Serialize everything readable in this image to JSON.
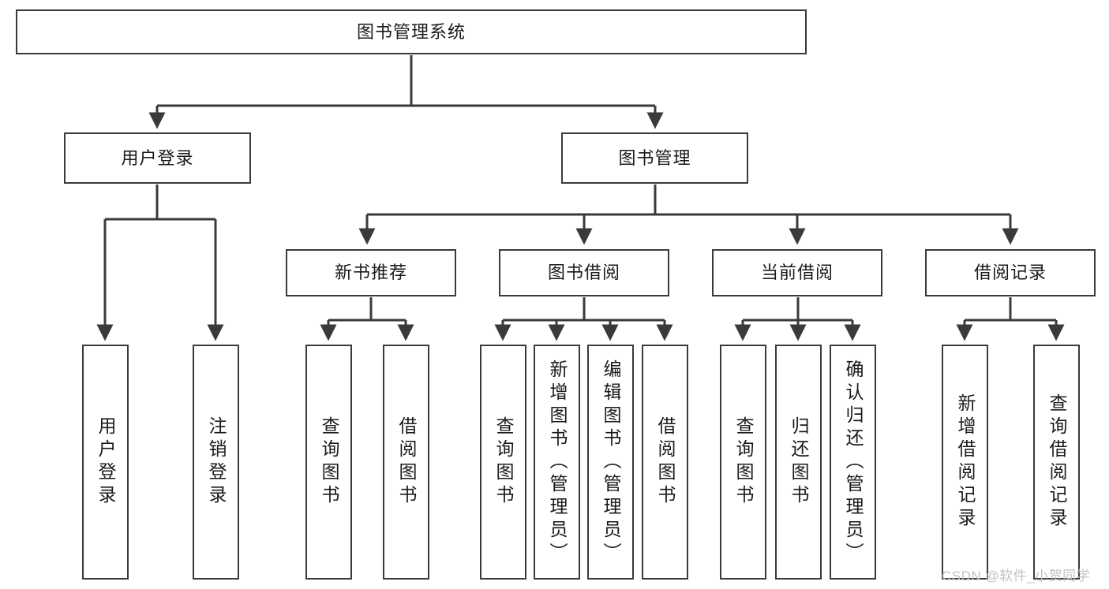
{
  "diagram": {
    "title": "图书管理系统",
    "type": "tree-hierarchy",
    "orientation": "top-down",
    "style": {
      "node_fill": "#ffffff",
      "node_stroke": "#3a3a3a",
      "edge_color": "#3a3a3a",
      "text_color": "#1a1a1a",
      "background": "#ffffff"
    }
  },
  "nodes": {
    "root": {
      "label": "图书管理系统",
      "level": 1
    },
    "user_login": {
      "label": "用户登录",
      "level": 2
    },
    "book_manage": {
      "label": "图书管理",
      "level": 2
    },
    "new_book_rec": {
      "label": "新书推荐",
      "level": 3
    },
    "book_borrow": {
      "label": "图书借阅",
      "level": 3
    },
    "current_borrow": {
      "label": "当前借阅",
      "level": 3
    },
    "borrow_record": {
      "label": "借阅记录",
      "level": 3
    },
    "leaf_user_login": {
      "label": "用户登录",
      "level": 4
    },
    "leaf_user_logout": {
      "label": "注销登录",
      "level": 4
    },
    "leaf_query_book_1": {
      "label": "查询图书",
      "level": 4
    },
    "leaf_borrow_book_1": {
      "label": "借阅图书",
      "level": 4
    },
    "leaf_query_book_2": {
      "label": "查询图书",
      "level": 4
    },
    "leaf_add_book": {
      "label": "新增图书（管理员）",
      "level": 4
    },
    "leaf_edit_book": {
      "label": "编辑图书（管理员）",
      "level": 4
    },
    "leaf_borrow_book_2": {
      "label": "借阅图书",
      "level": 4
    },
    "leaf_query_book_3": {
      "label": "查询图书",
      "level": 4
    },
    "leaf_return_book": {
      "label": "归还图书",
      "level": 4
    },
    "leaf_confirm_return": {
      "label": "确认归还（管理员）",
      "level": 4
    },
    "leaf_add_record": {
      "label": "新增借阅记录",
      "level": 4
    },
    "leaf_query_record": {
      "label": "查询借阅记录",
      "level": 4
    }
  },
  "edges": [
    {
      "from": "root",
      "to": "user_login"
    },
    {
      "from": "root",
      "to": "book_manage"
    },
    {
      "from": "user_login",
      "to": "leaf_user_login"
    },
    {
      "from": "user_login",
      "to": "leaf_user_logout"
    },
    {
      "from": "book_manage",
      "to": "new_book_rec"
    },
    {
      "from": "book_manage",
      "to": "book_borrow"
    },
    {
      "from": "book_manage",
      "to": "current_borrow"
    },
    {
      "from": "book_manage",
      "to": "borrow_record"
    },
    {
      "from": "new_book_rec",
      "to": "leaf_query_book_1"
    },
    {
      "from": "new_book_rec",
      "to": "leaf_borrow_book_1"
    },
    {
      "from": "book_borrow",
      "to": "leaf_query_book_2"
    },
    {
      "from": "book_borrow",
      "to": "leaf_add_book"
    },
    {
      "from": "book_borrow",
      "to": "leaf_edit_book"
    },
    {
      "from": "book_borrow",
      "to": "leaf_borrow_book_2"
    },
    {
      "from": "current_borrow",
      "to": "leaf_query_book_3"
    },
    {
      "from": "current_borrow",
      "to": "leaf_return_book"
    },
    {
      "from": "current_borrow",
      "to": "leaf_confirm_return"
    },
    {
      "from": "borrow_record",
      "to": "leaf_add_record"
    },
    {
      "from": "borrow_record",
      "to": "leaf_query_record"
    }
  ],
  "watermark": {
    "text": "CSDN @软件_小贺同学"
  }
}
